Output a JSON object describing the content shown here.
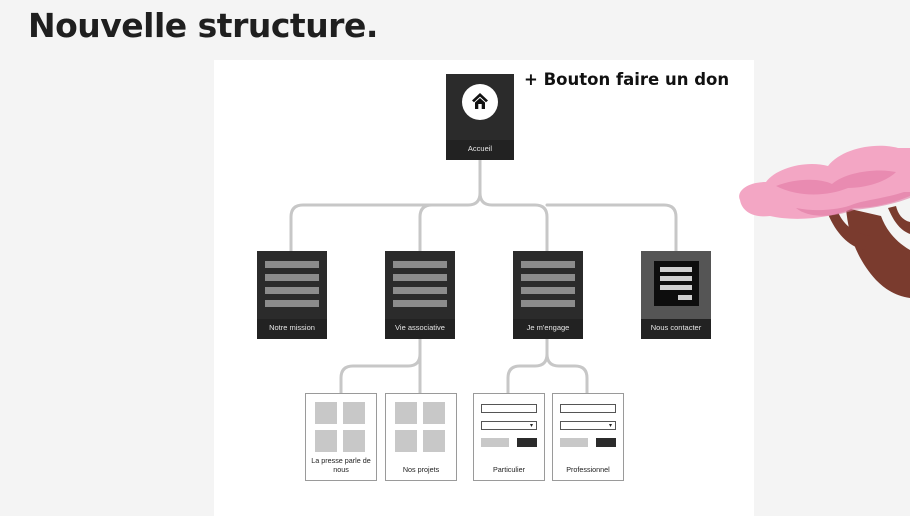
{
  "slide": {
    "title": "Nouvelle structure."
  },
  "note": "+ Bouton faire un don",
  "home": {
    "label": "Accueil",
    "icon": "home-icon"
  },
  "sections": [
    {
      "label": "Notre mission"
    },
    {
      "label": "Vie associative"
    },
    {
      "label": "Je m'engage"
    },
    {
      "label": "Nous contacter"
    }
  ],
  "subpages": [
    {
      "label": "La presse parle de nous",
      "parent": "Vie associative",
      "kind": "gallery"
    },
    {
      "label": "Nos projets",
      "parent": "Vie associative",
      "kind": "gallery"
    },
    {
      "label": "Particulier",
      "parent": "Je m'engage",
      "kind": "form"
    },
    {
      "label": "Professionnel",
      "parent": "Je m'engage",
      "kind": "form"
    }
  ],
  "decoration": {
    "name": "cherry-blossom-tree",
    "colors": {
      "blossom": "#f3a6c4",
      "trunk": "#7a3b2e"
    }
  }
}
